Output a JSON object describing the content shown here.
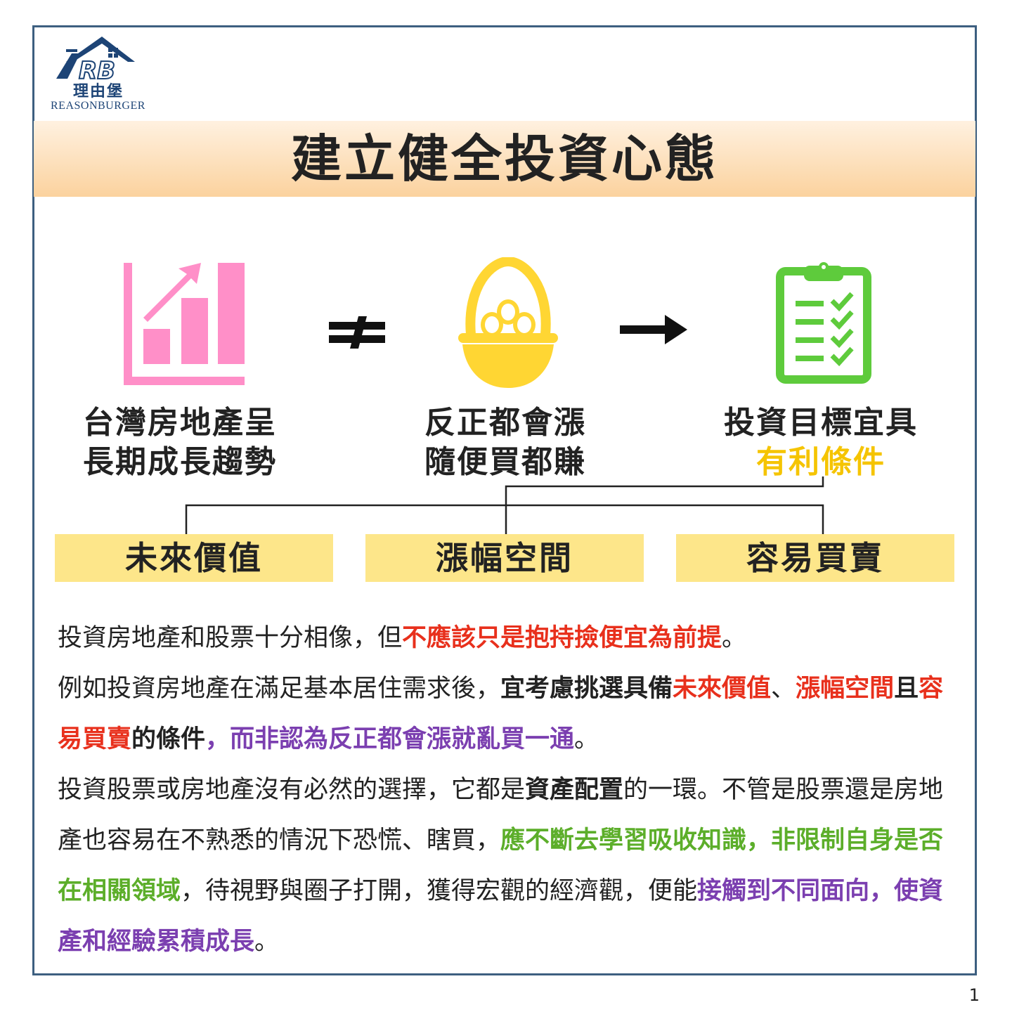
{
  "logo": {
    "letters": "RB",
    "chinese": "理由堡",
    "english": "REASONBURGER"
  },
  "title": "建立健全投資心態",
  "icons": [
    {
      "name": "growth-chart-icon",
      "color": "#ff8fc8"
    },
    {
      "name": "not-equal-icon",
      "color": "#111111"
    },
    {
      "name": "egg-basket-icon",
      "color": "#ffd633"
    },
    {
      "name": "right-arrow-icon",
      "color": "#111111"
    },
    {
      "name": "checklist-clipboard-icon",
      "color": "#5ecb3c"
    }
  ],
  "captions": {
    "left": {
      "line1": "台灣房地產呈",
      "line2": "長期成長趨勢"
    },
    "middle": {
      "line1": "反正都會漲",
      "line2": "隨便買都賺"
    },
    "right": {
      "line1": "投資目標宜具",
      "line2": "有利條件"
    }
  },
  "tags": [
    "未來價值",
    "漲幅空間",
    "容易買賣"
  ],
  "paragraphs": {
    "p1": {
      "a": "投資房地產和股票十分相像，但",
      "b": "不應該只是抱持撿便宜為前提",
      "c": "。"
    },
    "p2": {
      "a": "例如投資房地產在滿足基本居住需求後，",
      "b": "宜考慮挑選具備",
      "c": "未來價值",
      "d": "、",
      "e": "漲幅空間",
      "f": "且",
      "g": "容易買賣",
      "h": "的條件",
      "i": "，而非認為反正都會漲就亂買一通",
      "j": "。"
    },
    "p3": {
      "a": "投資股票或房地產沒有必然的選擇，它都是",
      "b": "資產配置",
      "c": "的一環。不管是股票還是房地產也容易在不熟悉的情況下恐慌、瞎買，",
      "d": "應不斷去學習吸收知識，非限制自身是否在相關領域",
      "e": "，待視野與圈子打開，獲得宏觀的經濟觀，便能",
      "f": "接觸到不同面向，使資產和經驗累積成長",
      "g": "。"
    }
  },
  "colors": {
    "accent_red": "#e8301c",
    "accent_purple": "#7b3fb0",
    "accent_green": "#5cae2a",
    "accent_yellow": "#f5c400",
    "frame": "#3d5f80"
  },
  "page_number": "1"
}
